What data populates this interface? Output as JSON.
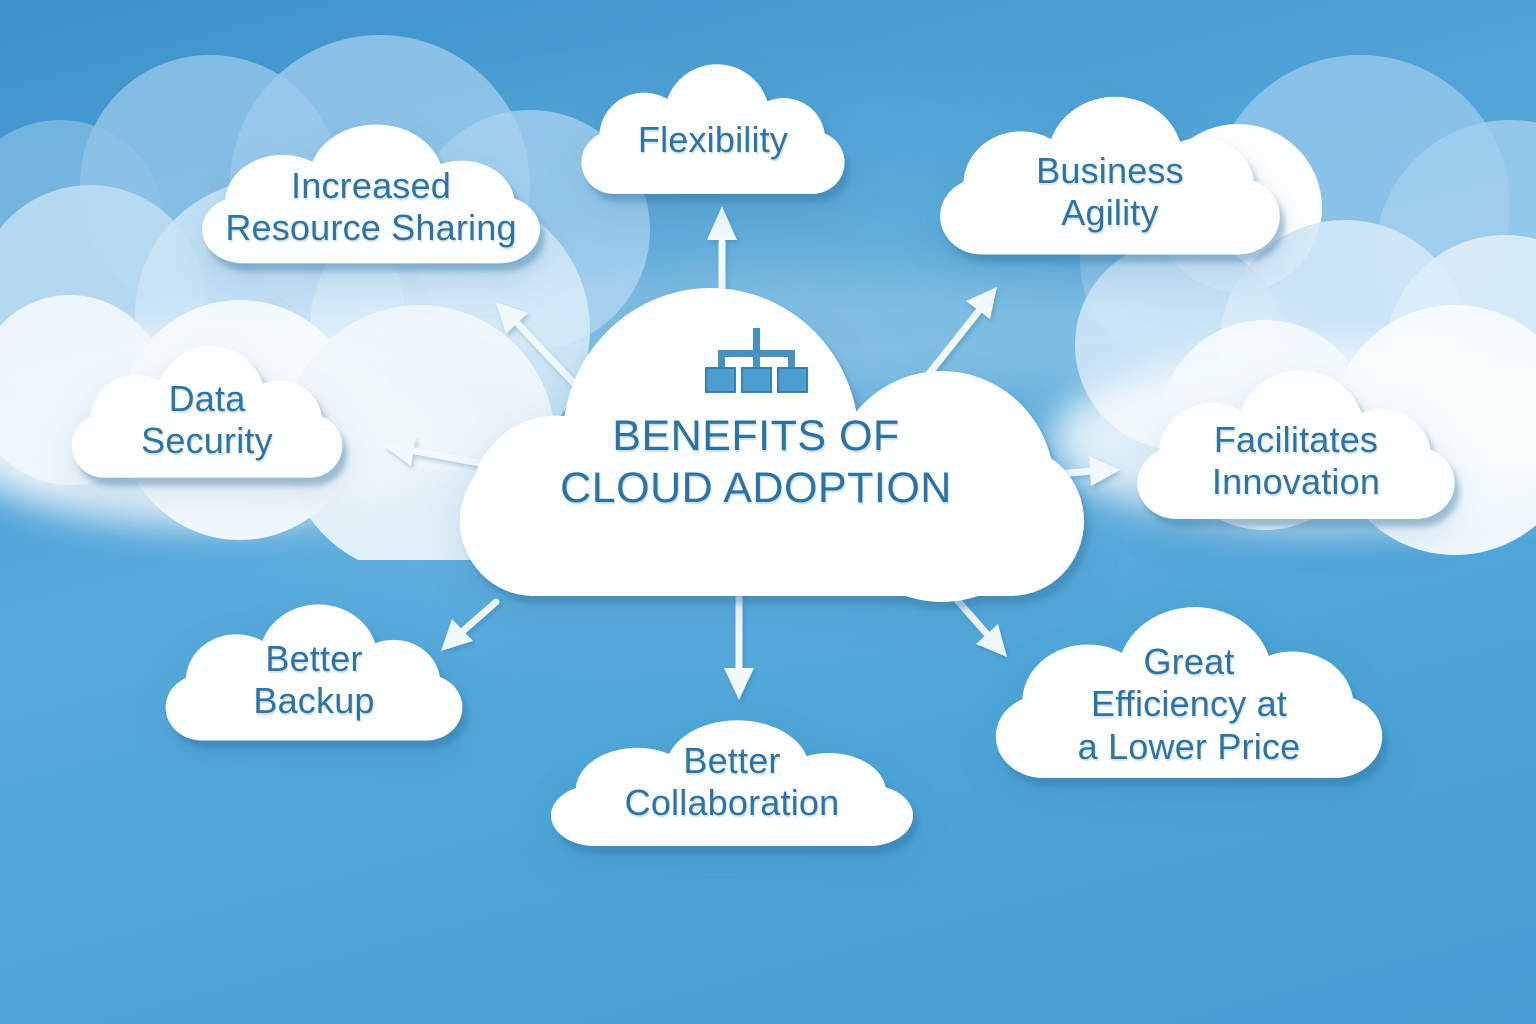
{
  "diagram": {
    "title": "BENEFITS OF\nCLOUD ADOPTION",
    "center_icon": "sitemap-hierarchy-icon",
    "arrow_directions": [
      "up",
      "up-left",
      "up-right",
      "left",
      "right",
      "down-left",
      "down",
      "down-right"
    ]
  },
  "benefits": [
    {
      "id": "flexibility",
      "label": "Flexibility"
    },
    {
      "id": "increased-resource-sharing",
      "label": "Increased\nResource Sharing"
    },
    {
      "id": "business-agility",
      "label": "Business\nAgility"
    },
    {
      "id": "data-security",
      "label": "Data\nSecurity"
    },
    {
      "id": "facilitates-innovation",
      "label": "Facilitates\nInnovation"
    },
    {
      "id": "better-backup",
      "label": "Better\nBackup"
    },
    {
      "id": "better-collaboration",
      "label": "Better\nCollaboration"
    },
    {
      "id": "great-efficiency",
      "label": "Great\nEfficiency at\na Lower Price"
    }
  ],
  "colors": {
    "sky_blue": "#4a9fd5",
    "label_text": "#2e73a3",
    "title_text": "#2c72a4",
    "cloud_white": "#fdfeff",
    "arrow_white": "#f2f9fd",
    "icon_blue": "#4690c2",
    "icon_box_fill": "#4e9dd0",
    "icon_box_stroke": "#3a80b0"
  }
}
